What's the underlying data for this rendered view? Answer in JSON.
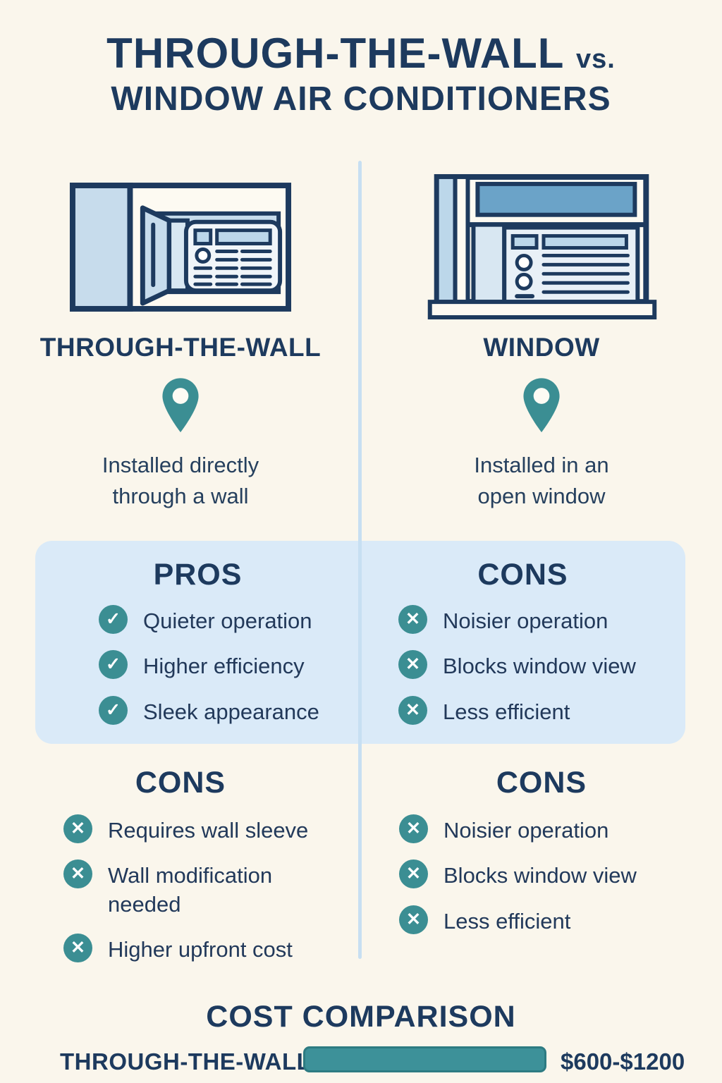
{
  "colors": {
    "background": "#faf6ec",
    "navy": "#1d3a5e",
    "teal": "#3b8e93",
    "panel_blue": "#daeaf8",
    "divider_blue": "#c7dff2",
    "bar_teal": "#3d9199",
    "pane_blue": "#6ba3c8",
    "light_blue": "#bcd7ea"
  },
  "title": {
    "line1": "THROUGH-THE-WALL",
    "vs": "vs.",
    "line2": "WINDOW AIR CONDITIONERS"
  },
  "icons": {
    "check": "✓",
    "cross": "✕",
    "pin": "location-pin"
  },
  "columns": [
    {
      "label": "THROUGH-THE-WALL",
      "description": "Installed directly\nthrough a wall",
      "top": {
        "heading": "PROS",
        "items": [
          "Quieter operation",
          "Higher efficiency",
          "Sleek appearance"
        ]
      },
      "bottom": {
        "heading": "CONS",
        "items": [
          "Requires wall sleeve",
          "Wall modification needed",
          "Higher upfront cost"
        ]
      }
    },
    {
      "label": "WINDOW",
      "description": "Installed in an\nopen window",
      "top": {
        "heading": "CONS",
        "items": [
          "Noisier operation",
          "Blocks window view",
          "Less efficient"
        ]
      },
      "bottom": {
        "heading": "CONS",
        "items": [
          "Noisier operation",
          "Blocks window view",
          "Less efficient"
        ]
      }
    }
  ],
  "cost": {
    "heading": "COST COMPARISON",
    "rows": [
      {
        "label": "THROUGH-THE-WALL",
        "value": "$600-$1200"
      }
    ]
  }
}
